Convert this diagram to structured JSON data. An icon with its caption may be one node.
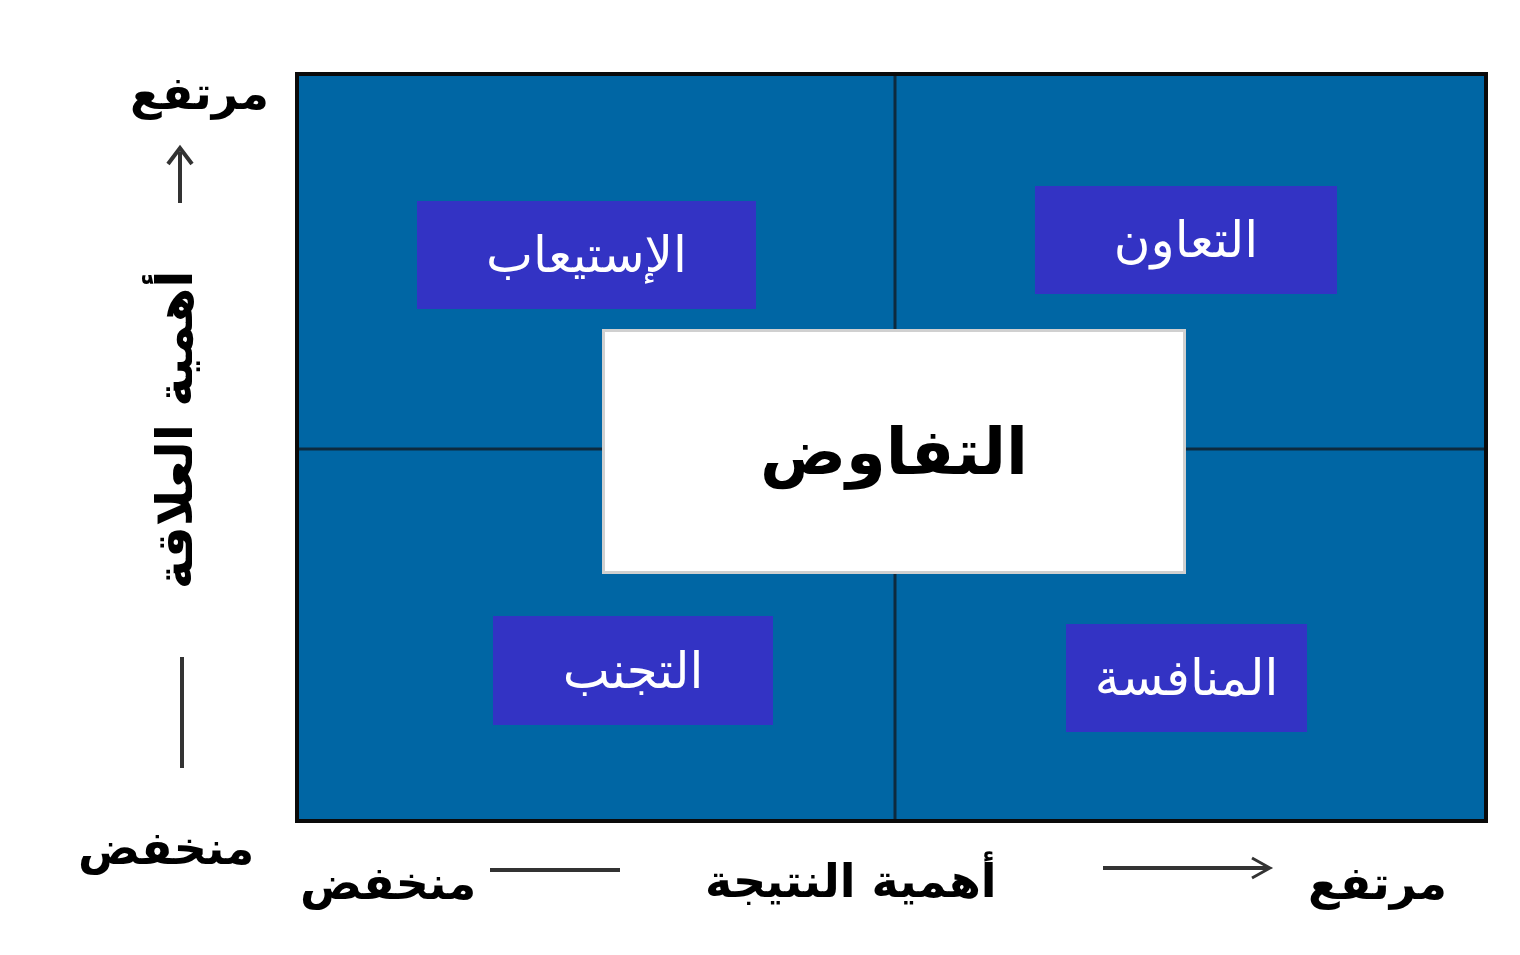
{
  "diagram": {
    "nodes": [
      {
        "text": [],
        "shape": "box"
      },
      {
        "text": [
          "الإستيعاب"
        ],
        "in": 0
      },
      {
        "text": [
          "التعاون"
        ],
        "in": 0
      },
      {
        "text": [
          "التفاوض"
        ],
        "in": 0
      },
      {
        "text": [
          "التجنب"
        ],
        "in": 0
      },
      {
        "text": [
          "المنافسة"
        ],
        "in": 0
      }
    ],
    "labels": [
      "مرتفع",
      "أهمية العلاقة",
      "منخفض",
      "منخفض",
      "أهمية النتيجة",
      "مرتفع"
    ]
  }
}
